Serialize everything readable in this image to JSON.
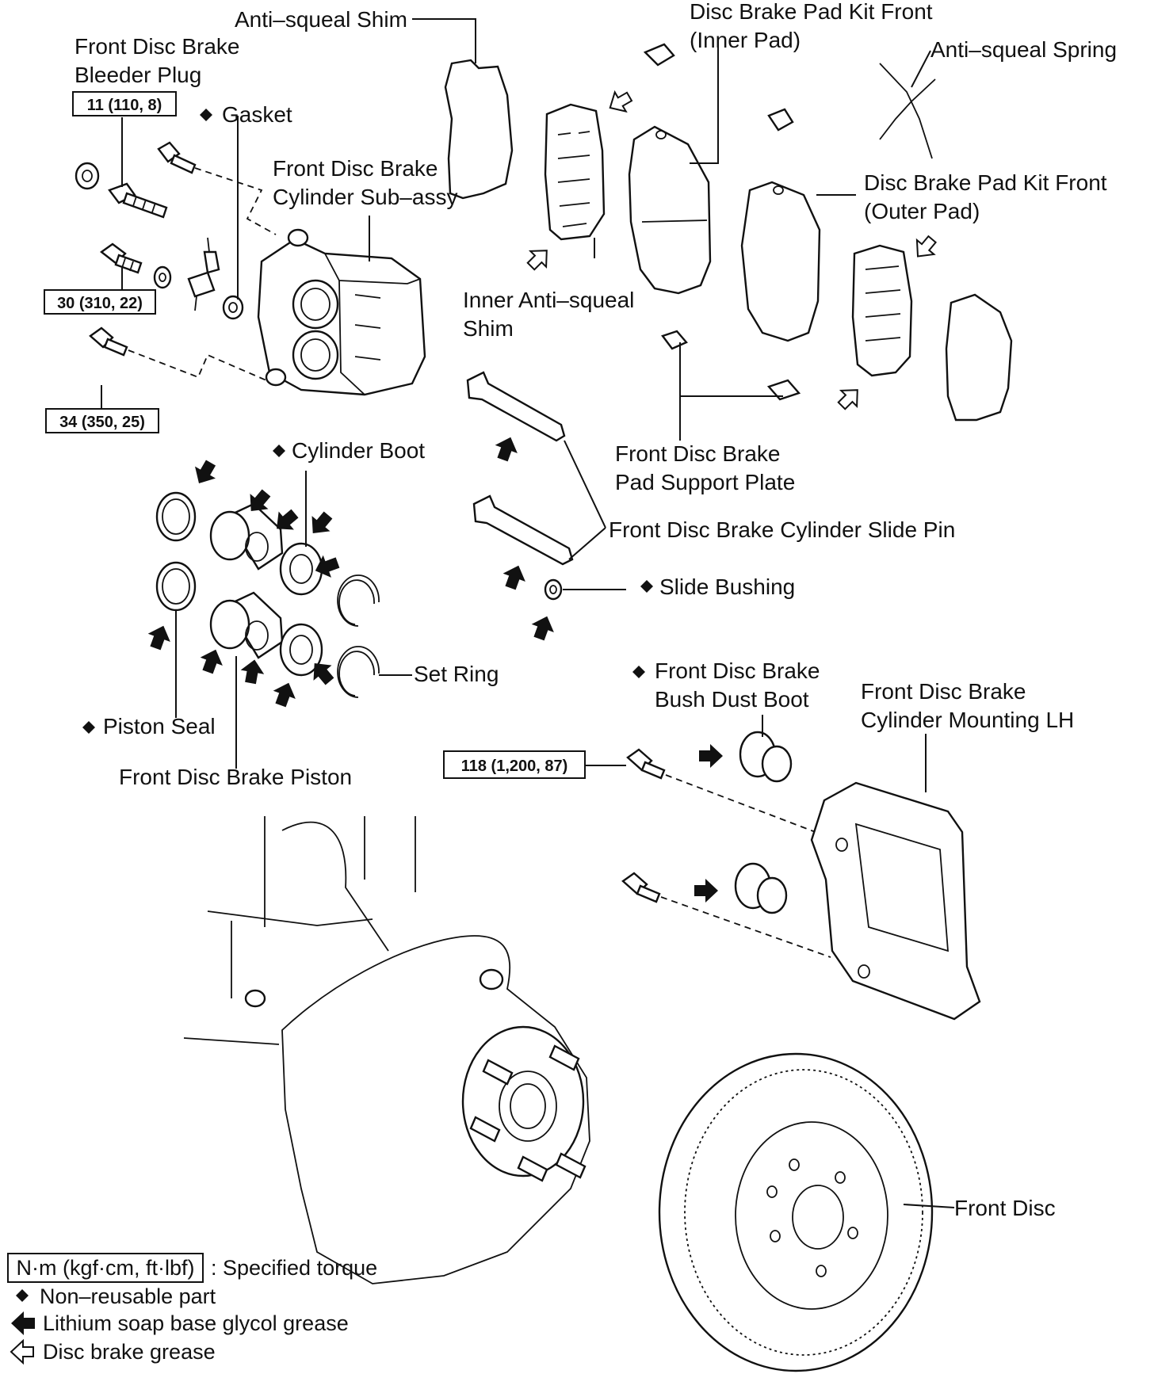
{
  "colors": {
    "ink": "#111111",
    "background": "#ffffff"
  },
  "labels": {
    "anti_squeal_shim": "Anti–squeal Shim",
    "pad_kit_inner_l1": "Disc Brake Pad Kit Front",
    "pad_kit_inner_l2": "(Inner Pad)",
    "anti_squeal_spring": "Anti–squeal Spring",
    "bleeder_plug_l1": "Front Disc Brake",
    "bleeder_plug_l2": "Bleeder Plug",
    "gasket": "Gasket",
    "cylinder_subassy_l1": "Front Disc Brake",
    "cylinder_subassy_l2": "Cylinder Sub–assy",
    "pad_kit_outer_l1": "Disc Brake Pad Kit Front",
    "pad_kit_outer_l2": "(Outer Pad)",
    "inner_anti_squeal_shim_l1": "Inner Anti–squeal",
    "inner_anti_squeal_shim_l2": "Shim",
    "cylinder_boot": "Cylinder Boot",
    "pad_support_plate_l1": "Front Disc Brake",
    "pad_support_plate_l2": "Pad Support Plate",
    "slide_pin": "Front Disc Brake Cylinder Slide Pin",
    "slide_bushing": "Slide Bushing",
    "set_ring": "Set Ring",
    "bush_dust_boot_l1": "Front Disc Brake",
    "bush_dust_boot_l2": "Bush Dust Boot",
    "cylinder_mounting_l1": "Front Disc Brake",
    "cylinder_mounting_l2": "Cylinder Mounting LH",
    "piston_seal": "Piston Seal",
    "piston": "Front Disc Brake Piston",
    "front_disc": "Front Disc"
  },
  "torques": {
    "bleeder": "11 (110, 8)",
    "union_bolt": "30 (310, 22)",
    "slide_bolt": "34 (350, 25)",
    "mounting_bolt": "118 (1,200, 87)"
  },
  "legend": {
    "torque_unit": "N·m (kgf·cm, ft·lbf)",
    "torque_desc": ": Specified torque",
    "nonreusable": "Non–reusable part",
    "lithium": "Lithium soap base glycol grease",
    "disc_grease": "Disc brake grease"
  },
  "symbols": {
    "nonreusable_marker": "diamond-icon",
    "lithium_grease_marker": "solid-arrow-icon",
    "disc_grease_marker": "hollow-arrow-icon"
  }
}
